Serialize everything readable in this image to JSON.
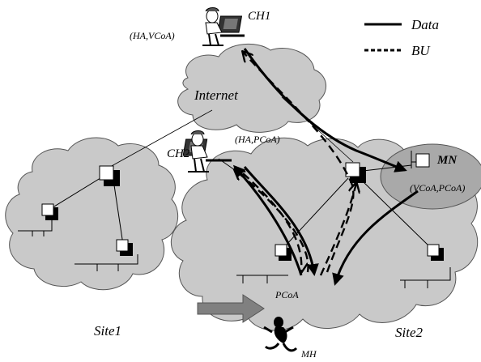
{
  "labels": {
    "ch1": "CH1",
    "ch1_binding": "(HA,VCoA)",
    "ch2": "CH2",
    "ch2_binding": "(HA,PCoA)",
    "internet": "Internet",
    "mn": "MN",
    "mn_binding": "(VCoA,PCoA)",
    "pcoa": "PCoA",
    "site1": "Site1",
    "site2": "Site2",
    "mh": "MH"
  },
  "legend": {
    "data": "Data",
    "bu": "BU"
  },
  "colors": {
    "cloud": "#c9c9c9",
    "mn_region": "#a9a9a9",
    "move_arrow": "#808080",
    "line": "#000000"
  }
}
